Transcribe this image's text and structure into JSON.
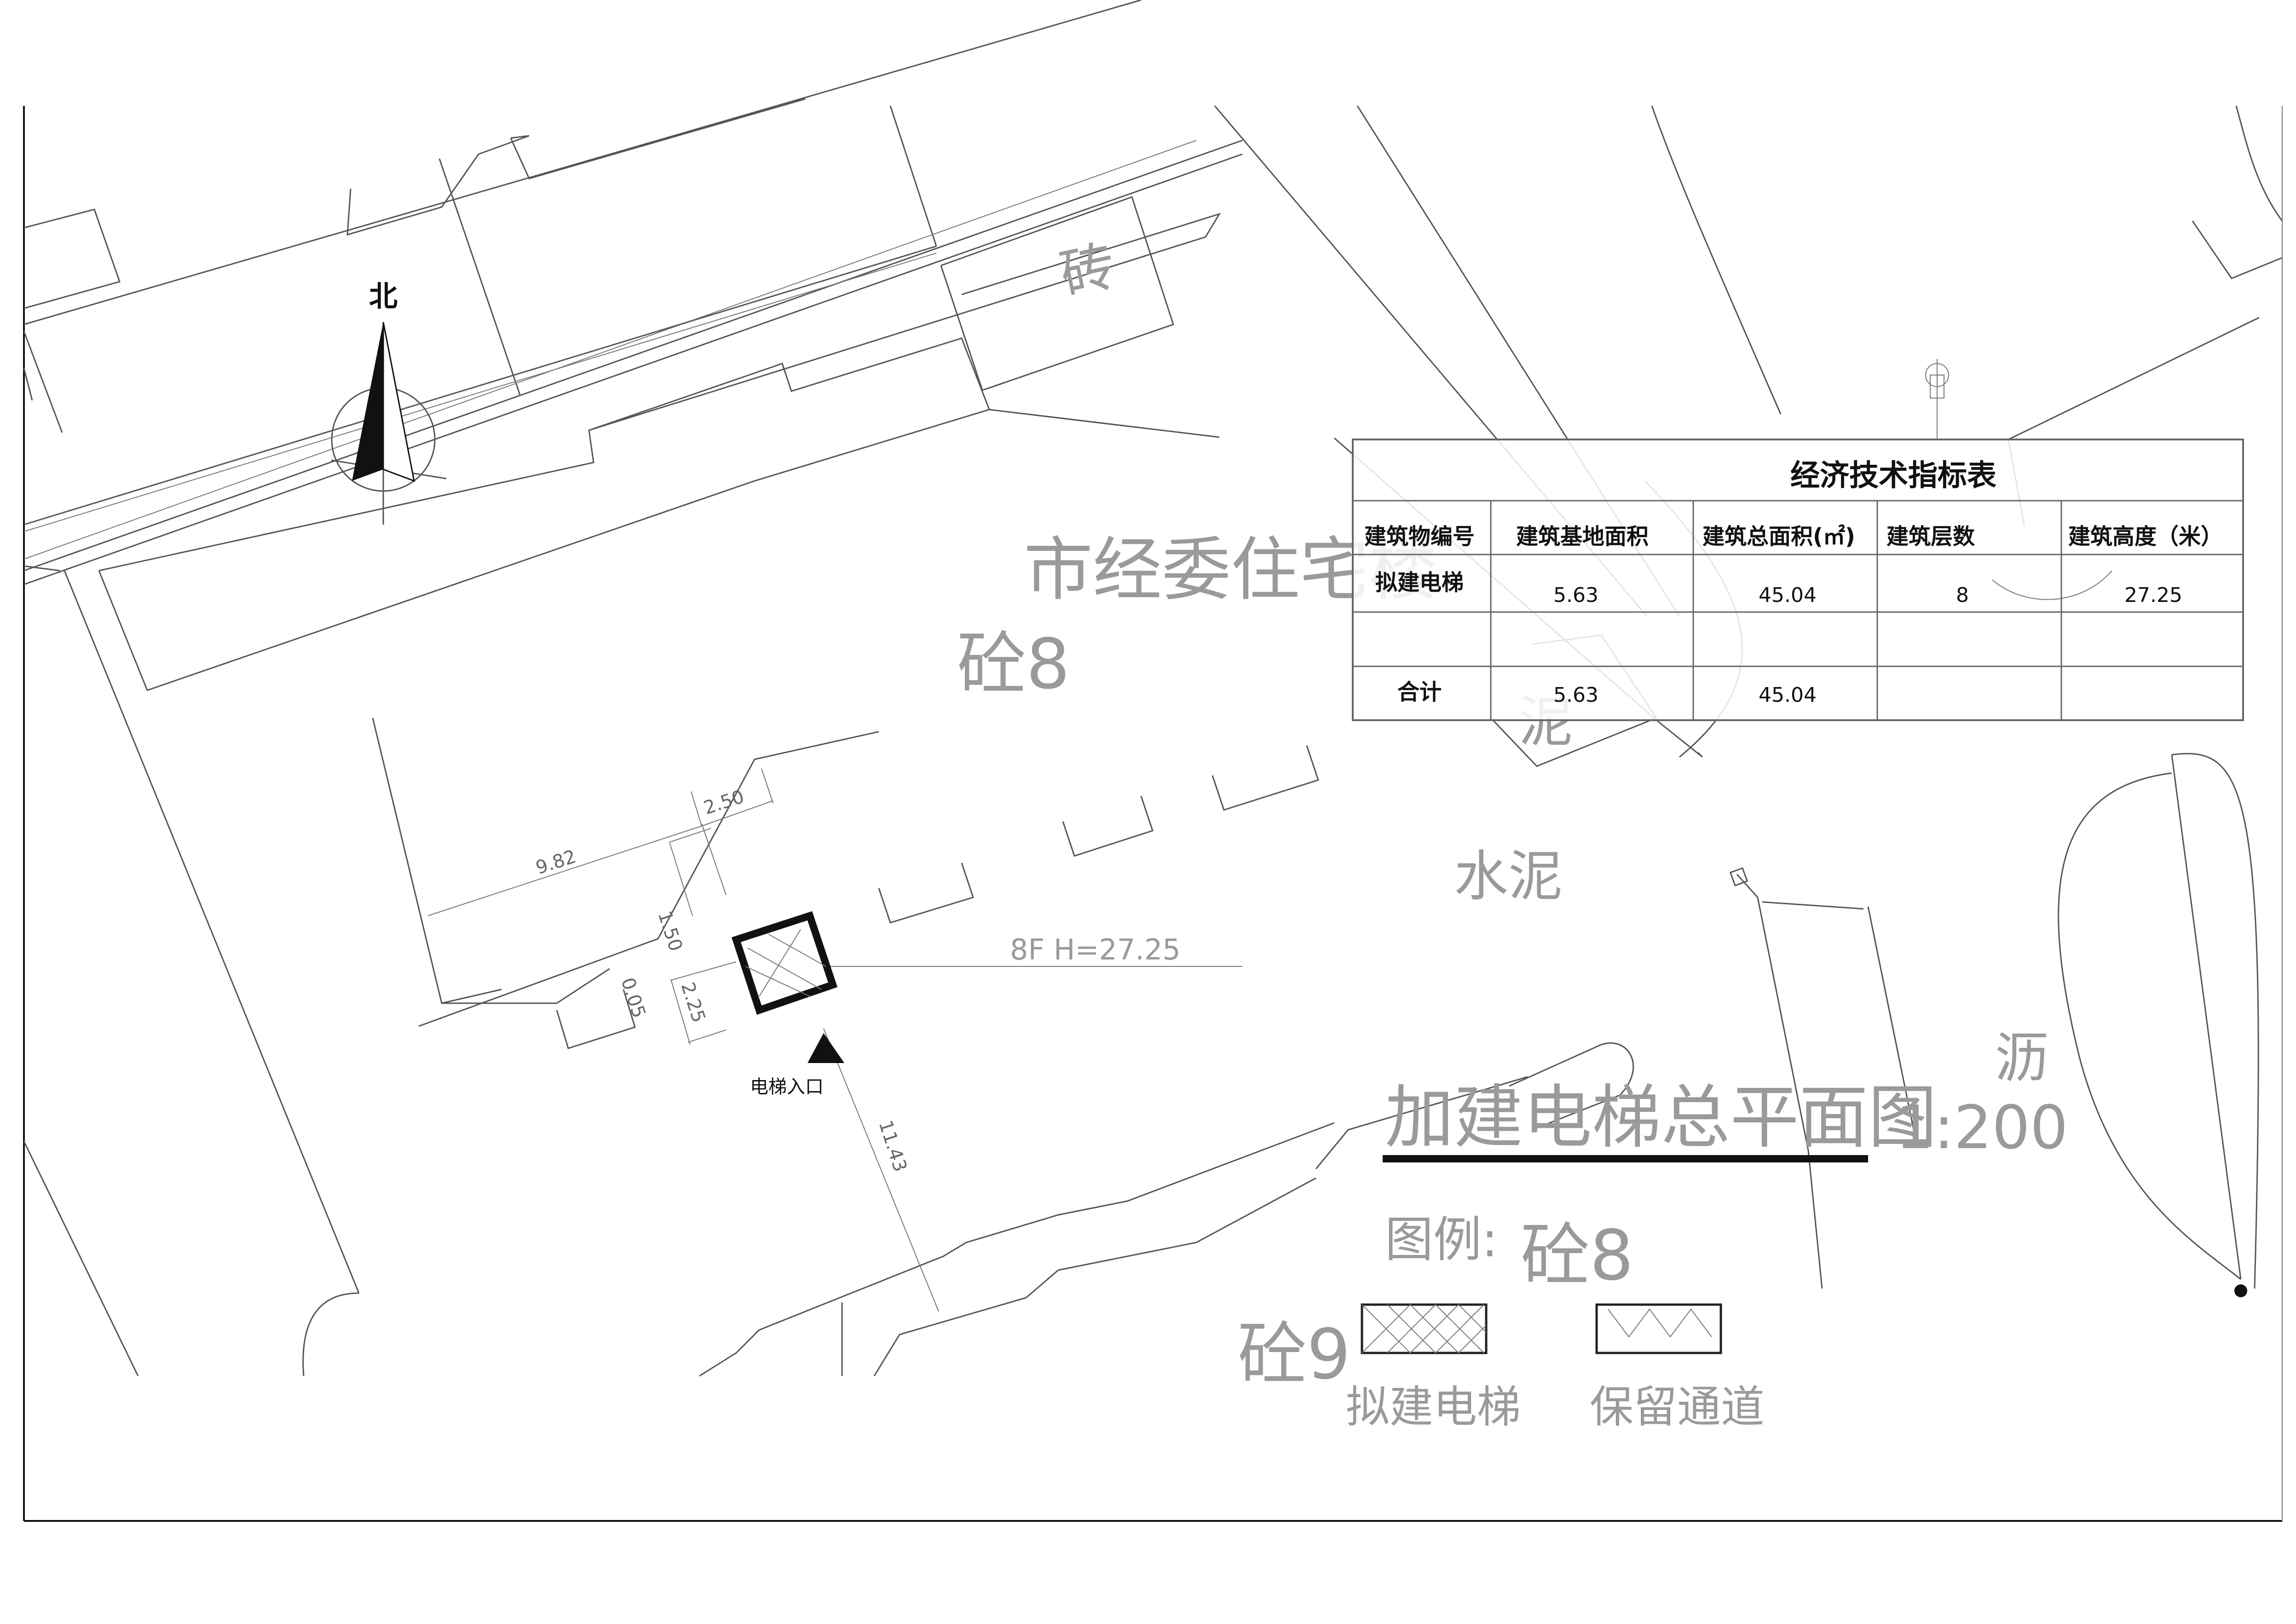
{
  "north_label": "北",
  "site_labels": {
    "brick": "砖",
    "residential": "市经委住宅楼",
    "concrete8": "砼8",
    "mud": "泥",
    "cement": "水泥",
    "asphalt": "沥",
    "concrete9": "砼9"
  },
  "dimensions": {
    "d_250": "2.50",
    "d_982": "9.82",
    "d_150": "1.50",
    "d_005": "0.05",
    "d_225": "2.25",
    "d_1143": "11.43"
  },
  "building_note": "8F H=27.25",
  "entrance_label": "电梯入口",
  "drawing_title": "加建电梯总平面图",
  "drawing_scale": "1:200",
  "legend": {
    "label": "图例:",
    "material": "砼8",
    "proposed_elevator": "拟建电梯",
    "reserved_passage": "保留通道"
  },
  "table": {
    "title": "经济技术指标表",
    "headers": [
      "建筑物编号",
      "建筑基地面积",
      "建筑总面积(㎡)",
      "建筑层数",
      "建筑高度（米）"
    ],
    "rows": [
      [
        "拟建电梯",
        "5.63",
        "45.04",
        "8",
        "27.25"
      ],
      [
        "",
        "",
        "",
        "",
        ""
      ],
      [
        "合计",
        "5.63",
        "45.04",
        "",
        ""
      ]
    ]
  }
}
